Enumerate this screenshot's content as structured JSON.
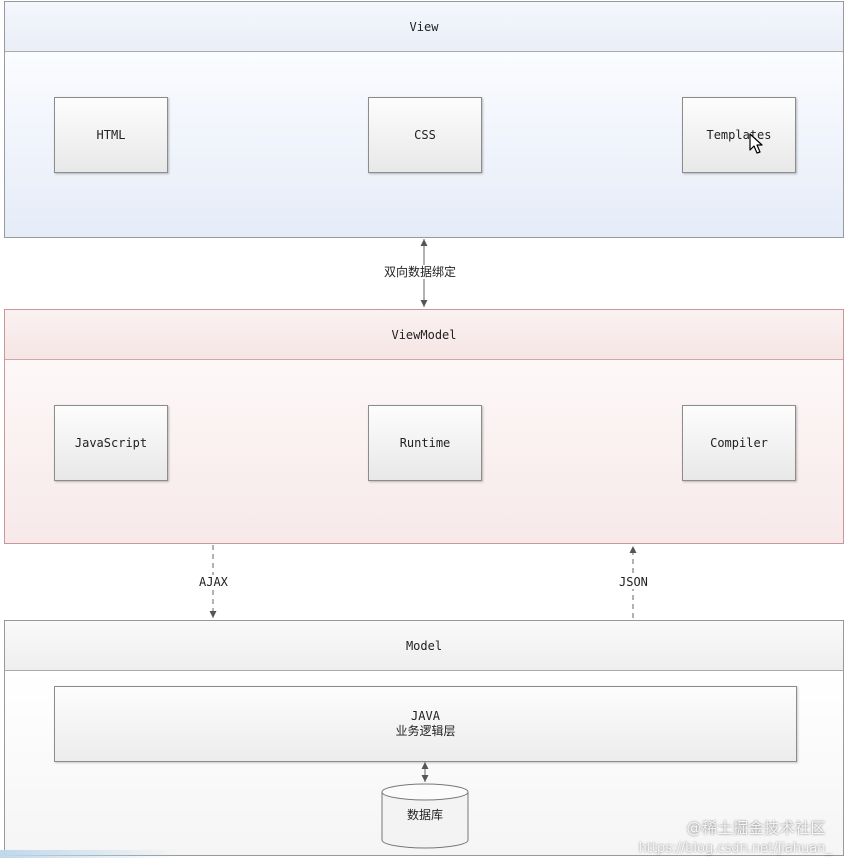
{
  "view_layer": {
    "title": "View",
    "boxes": [
      "HTML",
      "CSS",
      "Templates"
    ]
  },
  "binding_label": "双向数据绑定",
  "viewmodel_layer": {
    "title": "ViewModel",
    "boxes": [
      "JavaScript",
      "Runtime",
      "Compiler"
    ]
  },
  "ajax_label": "AJAX",
  "json_label": "JSON",
  "model_layer": {
    "title": "Model",
    "java_line1": "JAVA",
    "java_line2": "业务逻辑层",
    "database_label": "数据库"
  },
  "watermark": {
    "text": "@稀土掘金技术社区",
    "url": "https://blog.csdn.net/jiahuan_"
  },
  "colors": {
    "view_tint": "#e6eef9",
    "viewmodel_tint": "#f7e9e9",
    "model_tint": "#f5f5f5",
    "viewmodel_border": "#c89898"
  }
}
